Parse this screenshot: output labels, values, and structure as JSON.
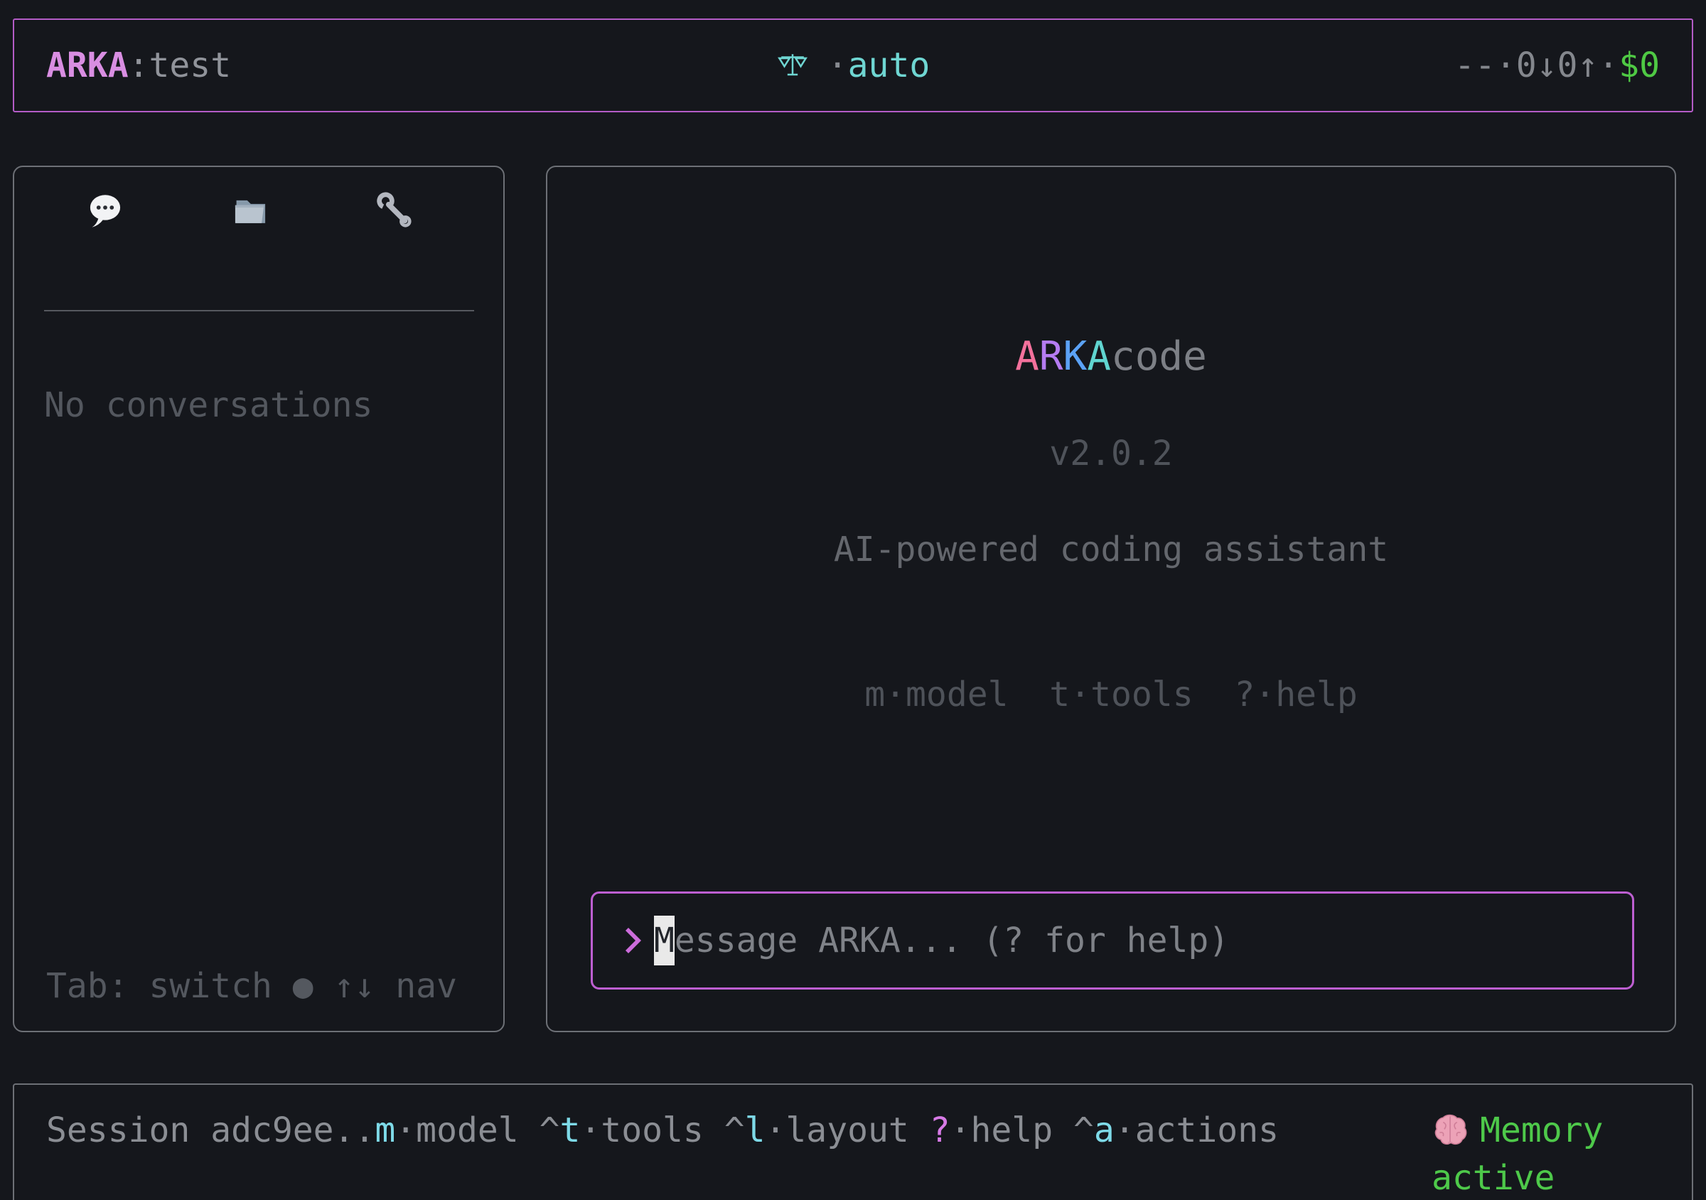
{
  "top_bar": {
    "left_segments": [
      {
        "text": "ARKA",
        "color": "#d98ee2",
        "bold": true
      },
      {
        "text": ":test",
        "color": "#90939a"
      }
    ],
    "mode_icon": "balance-scale-icon",
    "mode_segments": [
      {
        "text": "·",
        "color": "#86898f"
      },
      {
        "text": "auto",
        "color": "#6fd6d2"
      }
    ],
    "stats_segments": [
      {
        "text": "--·0↓0↑·",
        "color": "#84878d"
      },
      {
        "text": "$0",
        "color": "#4fc944"
      }
    ]
  },
  "sidebar": {
    "tabs": [
      {
        "icon": "speech-balloon-icon"
      },
      {
        "icon": "folder-icon"
      },
      {
        "icon": "wrench-icon"
      }
    ],
    "empty_message": "No conversations",
    "footer_hint": "Tab: switch ● ↑↓ nav"
  },
  "main": {
    "title_segments": [
      {
        "text": "A",
        "color": "#f4719c"
      },
      {
        "text": "R",
        "color": "#b57cf2"
      },
      {
        "text": "K",
        "color": "#5ba2f6"
      },
      {
        "text": "A",
        "color": "#60d5d0"
      },
      {
        "text": "code",
        "color": "#7d8086"
      }
    ],
    "version": "v2.0.2",
    "tagline": "AI-powered coding assistant",
    "shortcuts": "m·model  t·tools  ?·help"
  },
  "input": {
    "prompt": "❯",
    "cursor_char": "M",
    "placeholder_rest": "essage ARKA... (? for help)"
  },
  "status_bar": {
    "segments": [
      {
        "text": "Session adc9ee..",
        "color": "#8b8e94"
      },
      {
        "text": "m",
        "color": "#7edae8"
      },
      {
        "text": "·model ",
        "color": "#8b8e94"
      },
      {
        "text": "^",
        "color": "#8b8e94"
      },
      {
        "text": "t",
        "color": "#7edae8"
      },
      {
        "text": "·tools ",
        "color": "#8b8e94"
      },
      {
        "text": "^",
        "color": "#8b8e94"
      },
      {
        "text": "l",
        "color": "#7edae8"
      },
      {
        "text": "·layout ",
        "color": "#8b8e94"
      },
      {
        "text": "?",
        "color": "#d77ae6"
      },
      {
        "text": "·help ",
        "color": "#8b8e94"
      },
      {
        "text": "^",
        "color": "#8b8e94"
      },
      {
        "text": "a",
        "color": "#7edae8"
      },
      {
        "text": "·actions",
        "color": "#8b8e94"
      }
    ],
    "memory_icon": "brain-icon",
    "memory_status": "Memory active",
    "memory_color": "#4ec94a"
  },
  "colors": {
    "background": "#15171c",
    "titlebar_border": "#b45cc7",
    "input_border": "#bd5fd1",
    "panel_border": "#6d7076",
    "accent_cyan": "#6fd6d2",
    "accent_green": "#4fc944",
    "accent_magenta": "#d77ae6",
    "shortcut_cyan": "#7edae8",
    "prompt_magenta": "#cc6cdb",
    "cursor_bg": "#e9e9e9"
  }
}
